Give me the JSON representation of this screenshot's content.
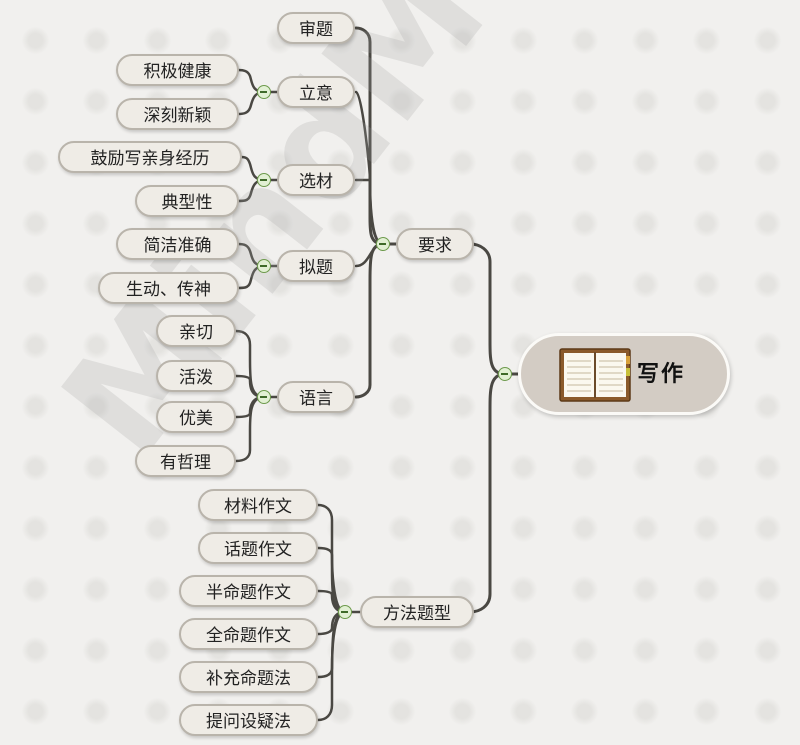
{
  "watermark": "MindMaster",
  "root": {
    "label": "写作",
    "icon": "notebook-icon"
  },
  "branches": {
    "requirements": {
      "label": "要求",
      "items": {
        "shenti": {
          "label": "审题"
        },
        "liyi": {
          "label": "立意",
          "children": [
            "积极健康",
            "深刻新颖"
          ]
        },
        "xuancai": {
          "label": "选材",
          "children": [
            "鼓励写亲身经历",
            "典型性"
          ]
        },
        "niti": {
          "label": "拟题",
          "children": [
            "简洁准确",
            "生动、传神"
          ]
        },
        "yuyan": {
          "label": "语言",
          "children": [
            "亲切",
            "活泼",
            "优美",
            "有哲理"
          ]
        }
      }
    },
    "methods": {
      "label": "方法题型",
      "children": [
        "材料作文",
        "话题作文",
        "半命题作文",
        "全命题作文",
        "补充命题法",
        "提问设疑法"
      ]
    }
  },
  "colors": {
    "line": "#4a4843",
    "node_fill": "#efece6",
    "node_border": "#b9b4ab",
    "root_fill": "#d3ccc4",
    "toggle": "#6d9a4c"
  }
}
